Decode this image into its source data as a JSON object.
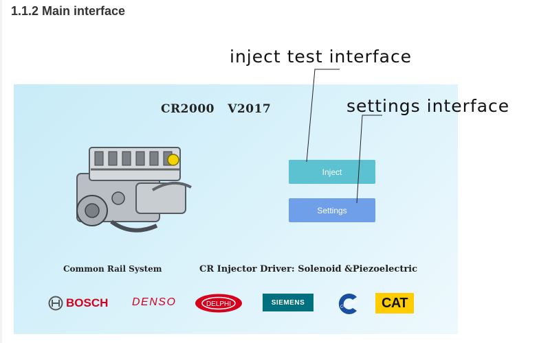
{
  "heading": "1.1.2 Main interface",
  "app": {
    "title": "CR2000   V2017",
    "inject_label": "Inject",
    "settings_label": "Settings",
    "subtitle_left": "Common Rail System",
    "subtitle_right": "CR Injector Driver: Solenoid &Piezoelectric"
  },
  "logos": {
    "bosch": "BOSCH",
    "denso": "DENSO",
    "delphi": "DELPHI",
    "siemens": "SIEMENS",
    "cummins": "Cummins",
    "cat": "CAT"
  },
  "annotations": {
    "inject": "inject test interface",
    "settings": "settings interface"
  },
  "colors": {
    "inject_button": "#5cc1d0",
    "settings_button": "#6f9fe8",
    "brand_red": "#d6001c",
    "siemens_teal": "#00707f",
    "cat_yellow": "#ffcc00",
    "cummins_blue": "#1a4ea0"
  }
}
